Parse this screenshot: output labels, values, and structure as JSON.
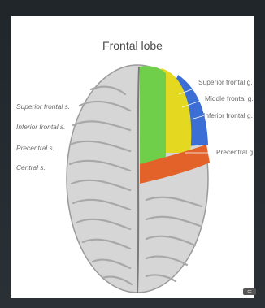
{
  "title": "Frontal lobe",
  "left_labels": [
    "Superior frontal s.",
    "Inferior frontal s.",
    "Precentral s.",
    "Central s."
  ],
  "right_labels": [
    "Superior frontal g.",
    "Middle frontal g.",
    "Inferior frontal g.",
    "Precentral g."
  ],
  "colors": {
    "superior_frontal": "#6fcf4a",
    "middle_frontal": "#e5d820",
    "inferior_frontal": "#3b6fd6",
    "precentral": "#e2622a",
    "brain": "#d6d6d6"
  },
  "badge": "cc"
}
